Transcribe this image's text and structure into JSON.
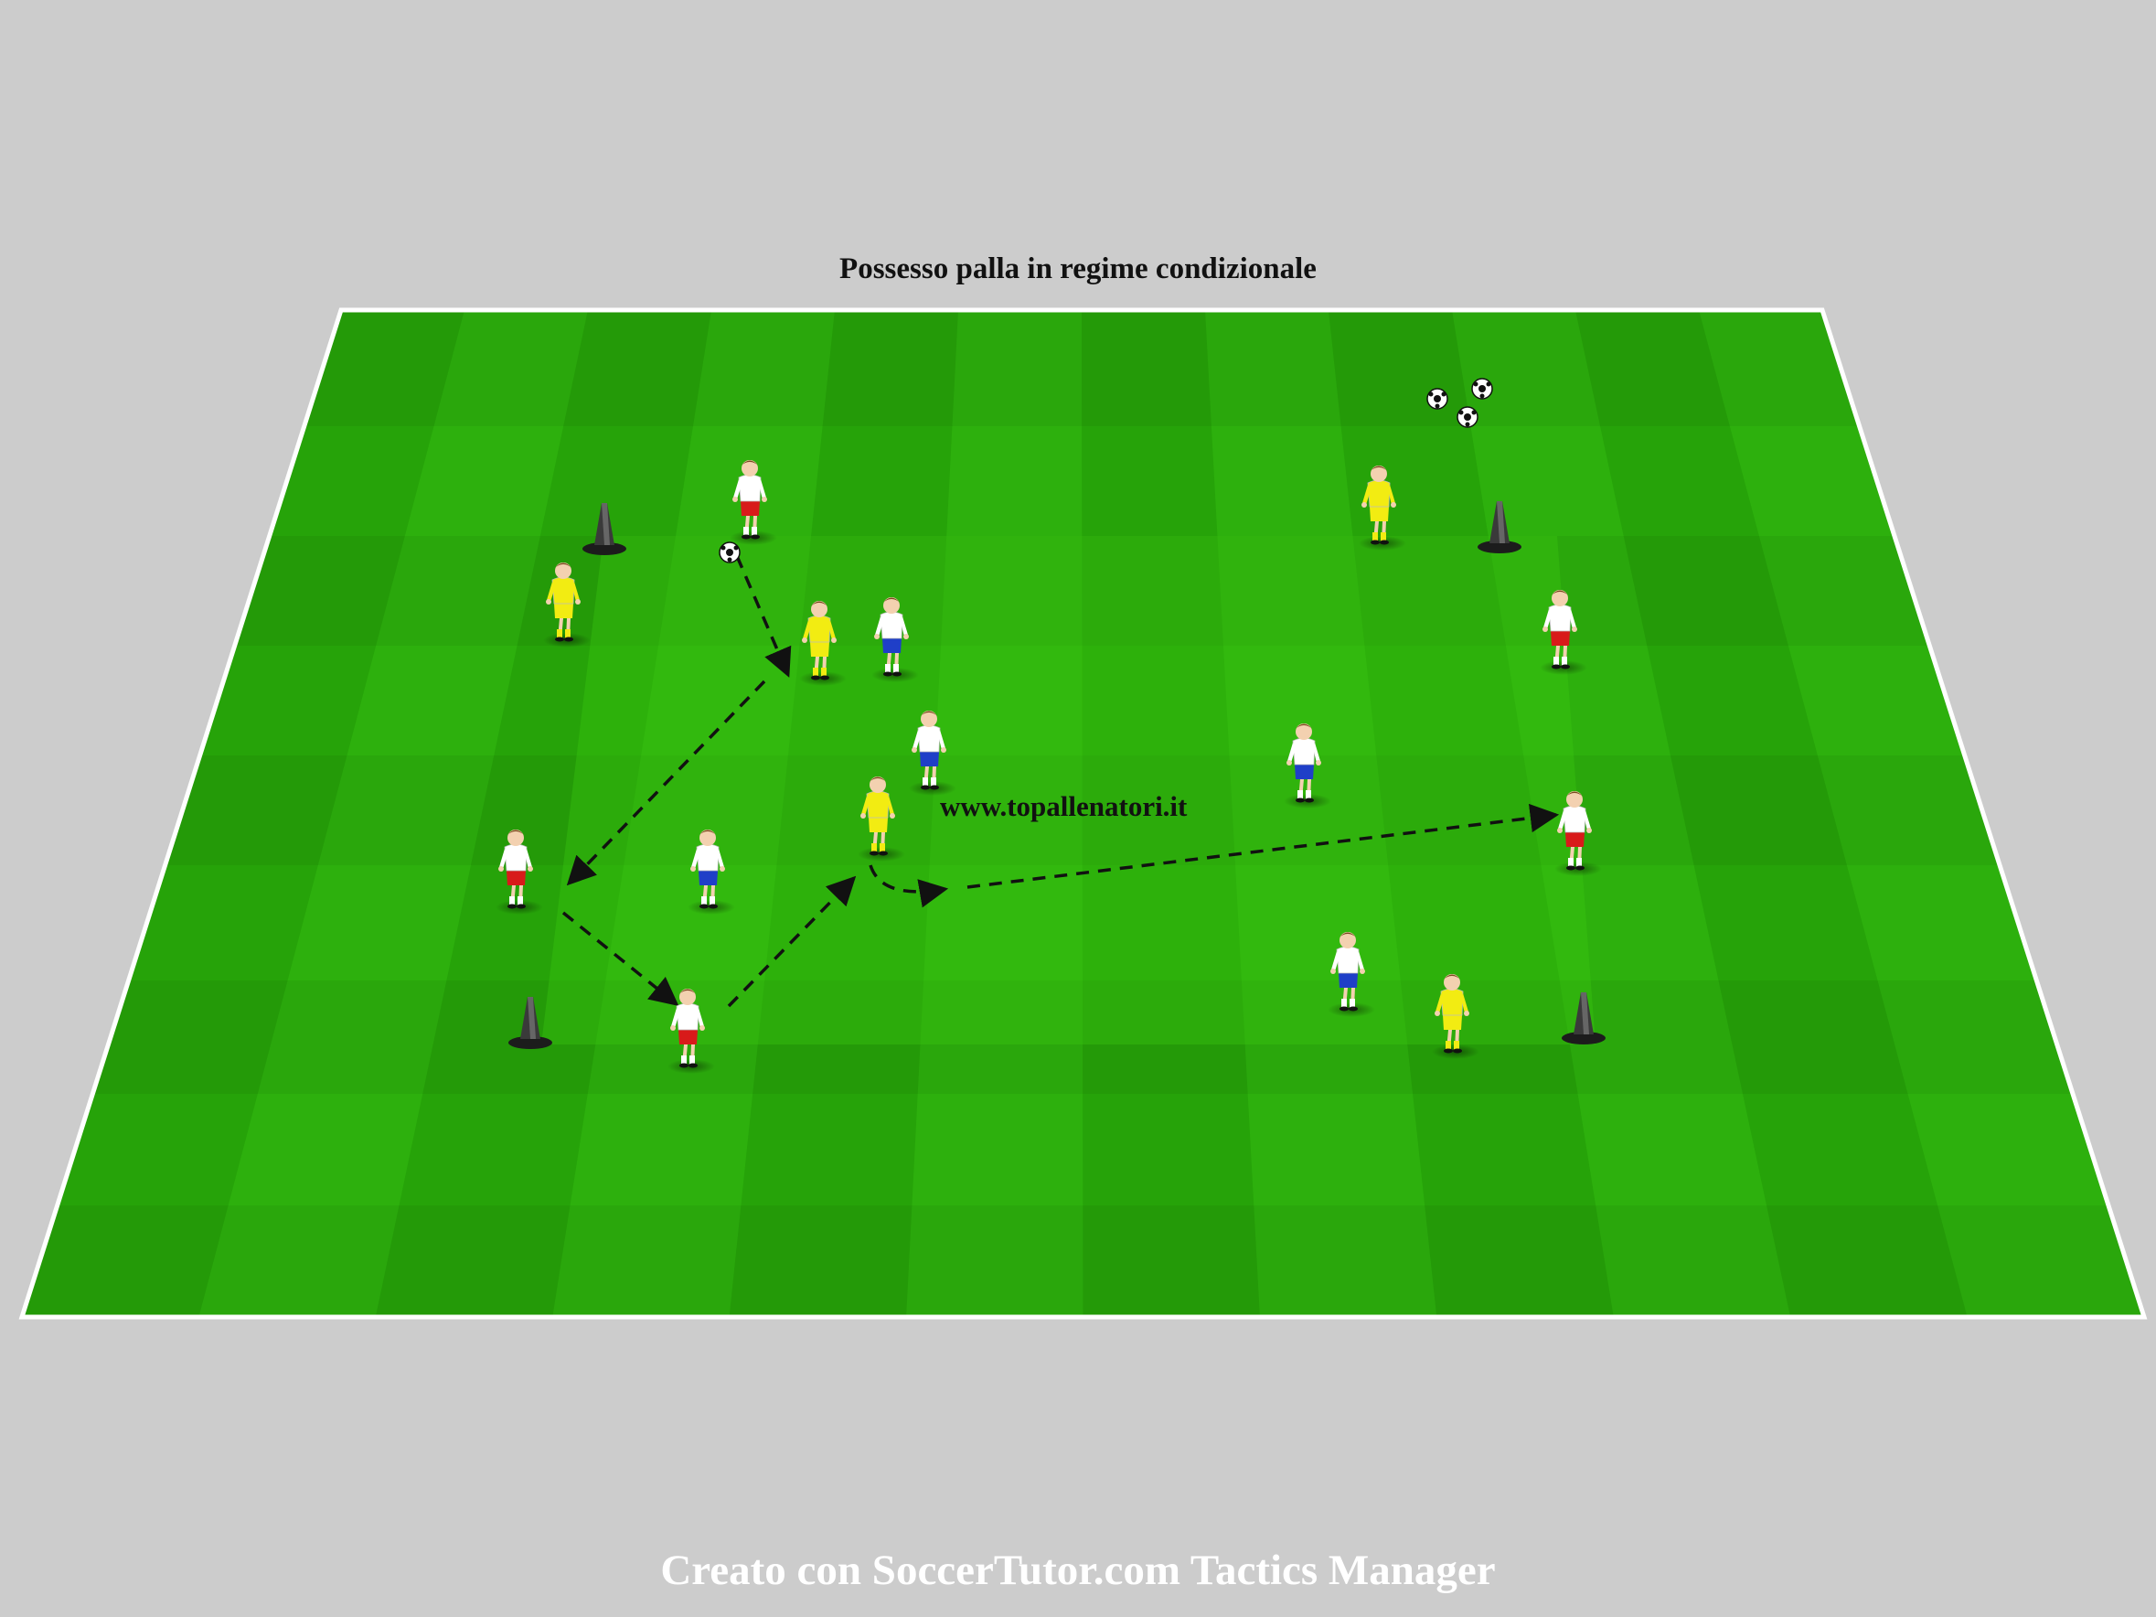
{
  "diagram": {
    "title": "Possesso palla in regime condizionale",
    "watermark": "www.topallenatori.it",
    "footer": "Creato con SoccerTutor.com Tactics Manager"
  },
  "colors": {
    "background": "#cccccc",
    "pitch_light": "#2fb50f",
    "pitch_dark": "#239c08",
    "pitch_line": "#ffffff",
    "team_yellow": "#f2ec12",
    "team_white_red_shorts": "#d81a1a",
    "team_white_blue_shorts": "#1f3fc8",
    "cone": "#2b2b2b",
    "pass_arrow": "#111111"
  },
  "legend_objects": {
    "cone_icon": "cone-icon",
    "ball_icon": "soccer-ball-icon",
    "player_icon": "player-icon"
  },
  "players": [
    {
      "team": "red-shorts",
      "label": "player-red-top-left"
    },
    {
      "team": "yellow",
      "label": "player-yellow-left-top"
    },
    {
      "team": "yellow",
      "label": "player-yellow-center-top"
    },
    {
      "team": "blue-shorts",
      "label": "player-blue-center-top"
    },
    {
      "team": "blue-shorts",
      "label": "player-blue-center"
    },
    {
      "team": "yellow",
      "label": "player-yellow-center"
    },
    {
      "team": "red-shorts",
      "label": "player-red-left-middle"
    },
    {
      "team": "blue-shorts",
      "label": "player-blue-left-middle"
    },
    {
      "team": "red-shorts",
      "label": "player-red-bottom-left"
    },
    {
      "team": "yellow",
      "label": "player-yellow-top-right"
    },
    {
      "team": "red-shorts",
      "label": "player-red-right-top"
    },
    {
      "team": "blue-shorts",
      "label": "player-blue-right-middle"
    },
    {
      "team": "red-shorts",
      "label": "player-red-right-middle"
    },
    {
      "team": "blue-shorts",
      "label": "player-blue-right-bottom"
    },
    {
      "team": "yellow",
      "label": "player-yellow-right-bottom"
    }
  ]
}
